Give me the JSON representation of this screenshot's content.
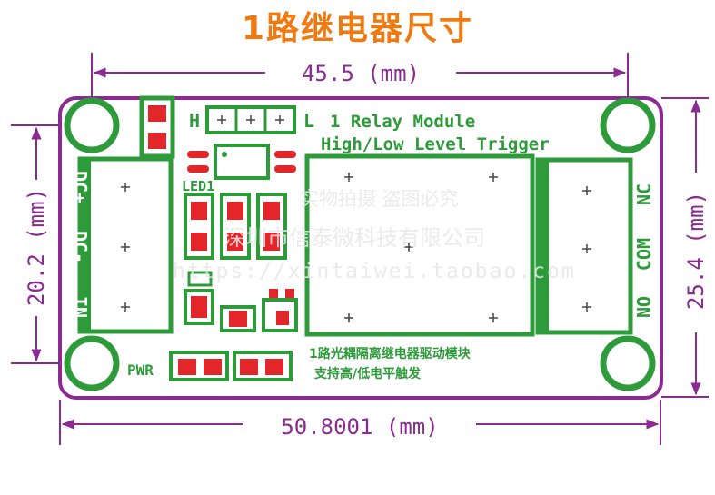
{
  "title": "1路继电器尺寸",
  "dimensions": {
    "top": "45.5 (mm)",
    "bottom": "50.8001 (mm)",
    "left": "20.2 (mm)",
    "right": "25.4 (mm)"
  },
  "board_labels": {
    "header_h": "H",
    "header_l": "L",
    "module_title": "1 Relay Module",
    "trigger": "High/Low Level Trigger",
    "led": "LED1",
    "pwr": "PWR",
    "dc_plus": "DC+",
    "dc_minus": "DC-",
    "in": "IN",
    "nc": "NC",
    "com": "COM",
    "no": "NO",
    "cn_line1": "1路光耦隔离继电器驱动模块",
    "cn_line2": "支持高/低电平触发"
  },
  "watermark": {
    "line1": "实物拍摄  盗图必究",
    "line2": "深圳市信泰微科技有限公司",
    "line3": "https://xintaiwei.taobao.com"
  },
  "colors": {
    "title": "#f07a12",
    "dimension": "#8a2a92",
    "pcb": "#2e9b3b",
    "pads": "#e3262a"
  }
}
